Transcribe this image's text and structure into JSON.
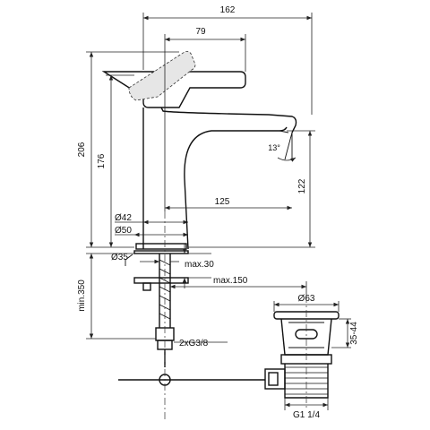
{
  "drawing": {
    "dimensions": {
      "overall_width": "162",
      "handle_reach": "79",
      "overall_height": "206",
      "body_height": "176",
      "spout_height": "122",
      "spout_reach": "125",
      "body_diameter": "Ø42",
      "base_diameter": "Ø50",
      "hole_diameter": "Ø35",
      "max_counter_thickness": "max.30",
      "max_flex_reach": "max.150",
      "min_hose_length": "min.350",
      "hose_connection": "2xG3/8",
      "waste_diameter": "Ø63",
      "waste_range": "35-44",
      "waste_thread": "G1 1/4",
      "spout_angle": "13°"
    }
  }
}
